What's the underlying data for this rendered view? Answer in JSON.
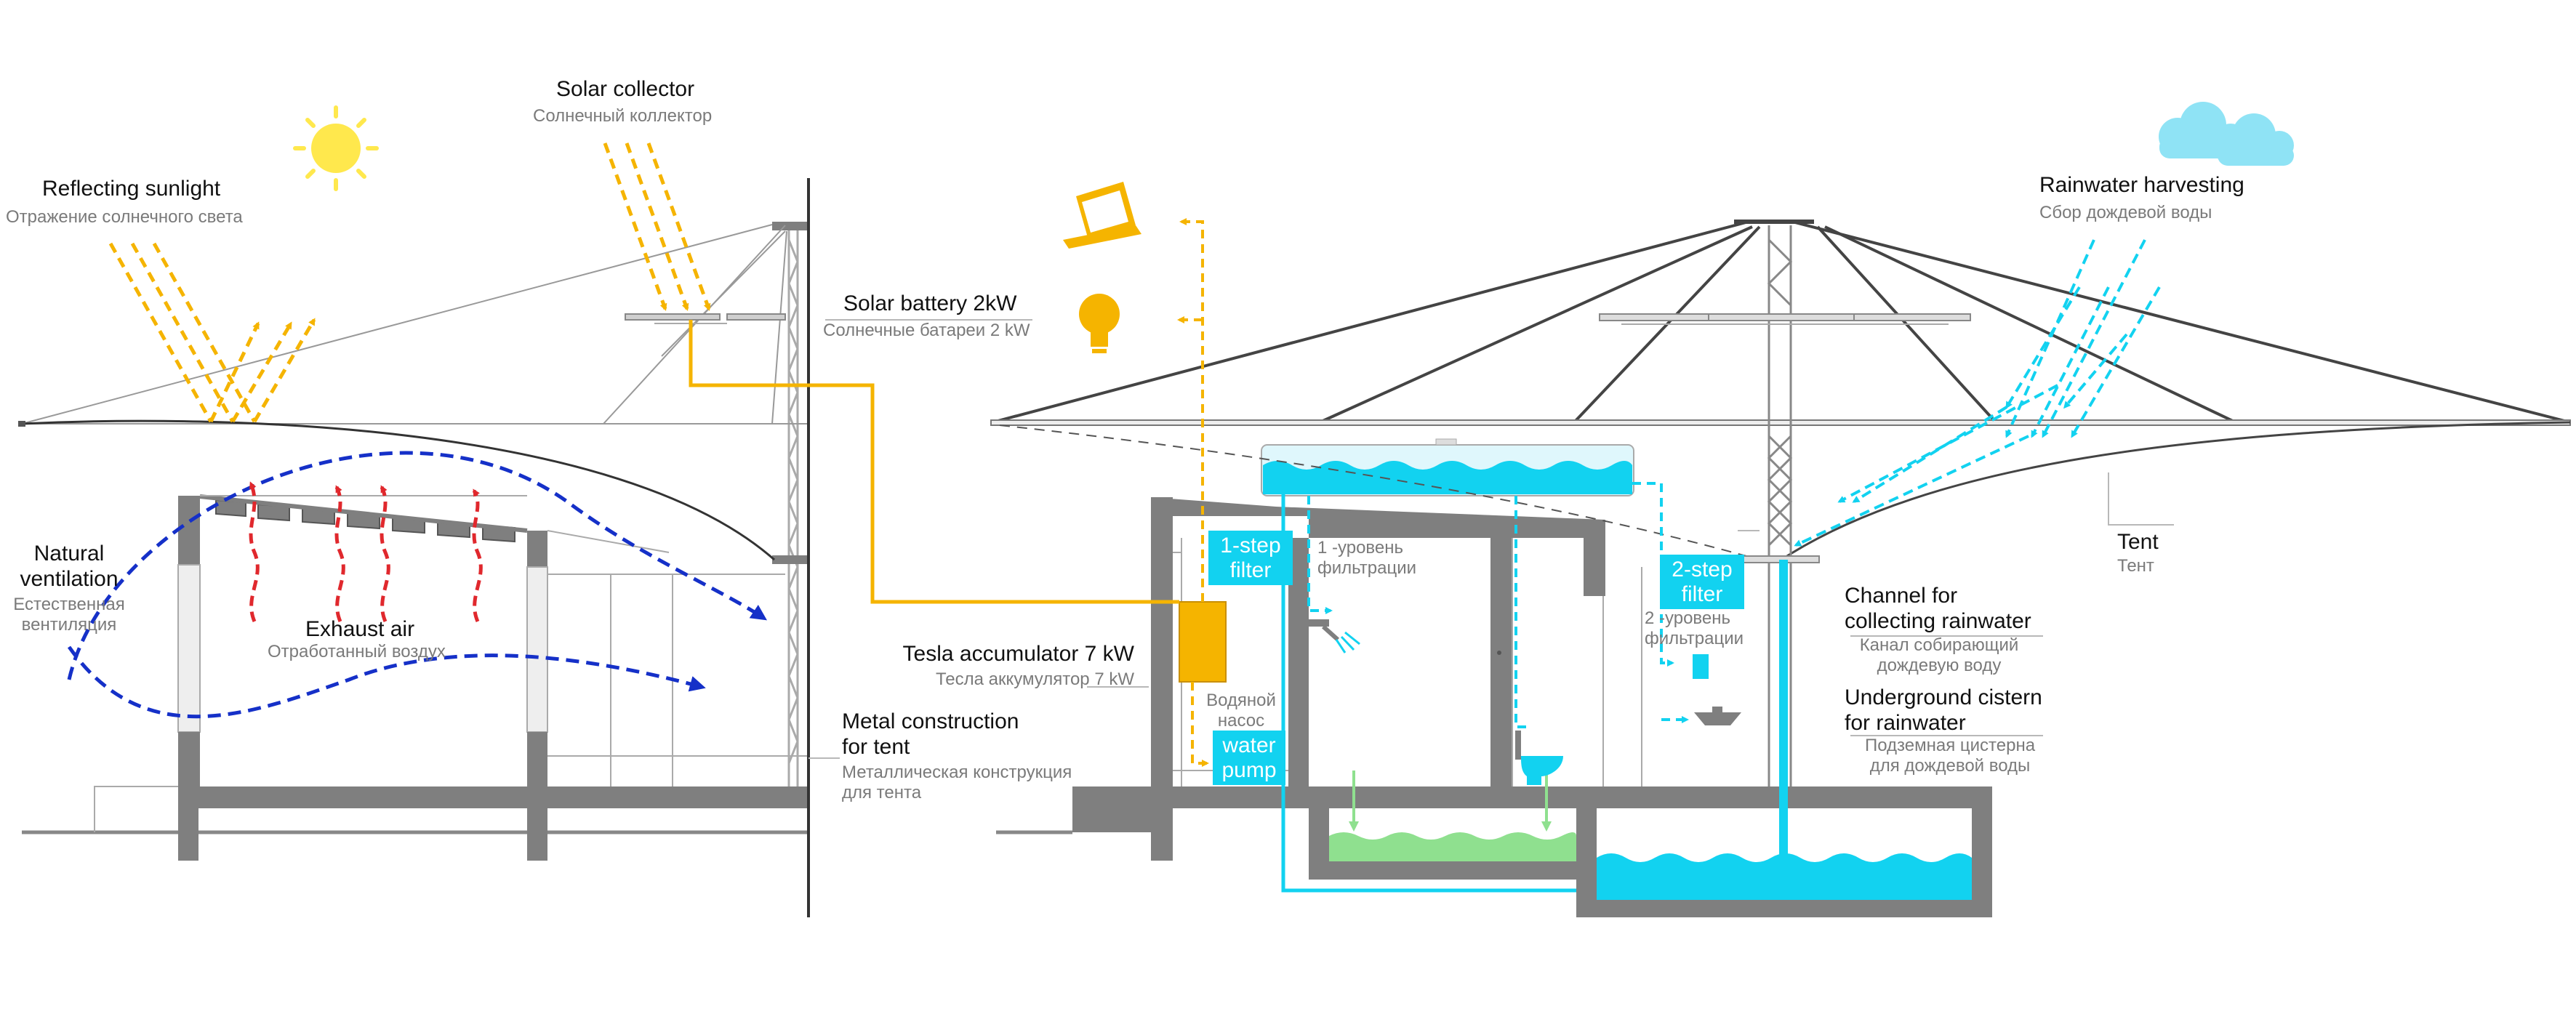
{
  "colors": {
    "structure": "#7f7f7f",
    "line": "#3a3a3a",
    "solar": "#f5b400",
    "water": "#12d2f0",
    "ventilation": "#1530c8",
    "exhaust": "#e0282d",
    "greywater": "#8fe08f",
    "cloud": "#8fe3f5",
    "sun": "#ffe84d",
    "leader": "#b8b8b8"
  },
  "icons": {
    "sun": "sun-icon",
    "cloud": "cloud-icon",
    "laptop": "laptop-icon",
    "bulb": "lightbulb-icon",
    "shower": "shower-icon",
    "toilet": "toilet-icon",
    "sink": "sink-icon",
    "cup": "cup-icon"
  },
  "labels": {
    "reflecting_en": "Reflecting sunlight",
    "reflecting_ru": "Отражение солнечного света",
    "collector_en": "Solar collector",
    "collector_ru": "Солнечный коллектор",
    "battery_en": "Solar battery 2kW",
    "battery_ru": "Солнечные батареи 2 kW",
    "ventilation_en_1": "Natural",
    "ventilation_en_2": "ventilation",
    "ventilation_ru_1": "Естественная",
    "ventilation_ru_2": "вентиляция",
    "exhaust_en": "Exhaust air",
    "exhaust_ru": "Отработанный воздух",
    "tesla_en": "Tesla accumulator 7 kW",
    "tesla_ru": "Тесла аккумулятор 7 kW",
    "metal_en_1": "Metal construction",
    "metal_en_2": "for tent",
    "metal_ru_1": "Металлическая конструкция",
    "metal_ru_2": "для тента",
    "pump_ru_1": "Водяной",
    "pump_ru_2": "насос",
    "pump_en_1": "water",
    "pump_en_2": "pump",
    "filter1_en_1": "1-step",
    "filter1_en_2": "filter",
    "filter1_ru_1": "1 -уровень",
    "filter1_ru_2": "фильтрации",
    "filter2_en_1": "2-step",
    "filter2_en_2": "filter",
    "filter2_ru_1": "2 -уровень",
    "filter2_ru_2": "фильтрации",
    "rain_en": "Rainwater harvesting",
    "rain_ru": "Сбор дождевой воды",
    "tent_en": "Tent",
    "tent_ru": "Тент",
    "channel_en_1": "Channel for",
    "channel_en_2": "collecting rainwater",
    "channel_ru_1": "Канал собирающий",
    "channel_ru_2": "дождевую воду",
    "cistern_en_1": "Underground cistern",
    "cistern_en_2": "for rainwater",
    "cistern_ru_1": "Подземная цистерна",
    "cistern_ru_2": "для дождевой воды"
  }
}
